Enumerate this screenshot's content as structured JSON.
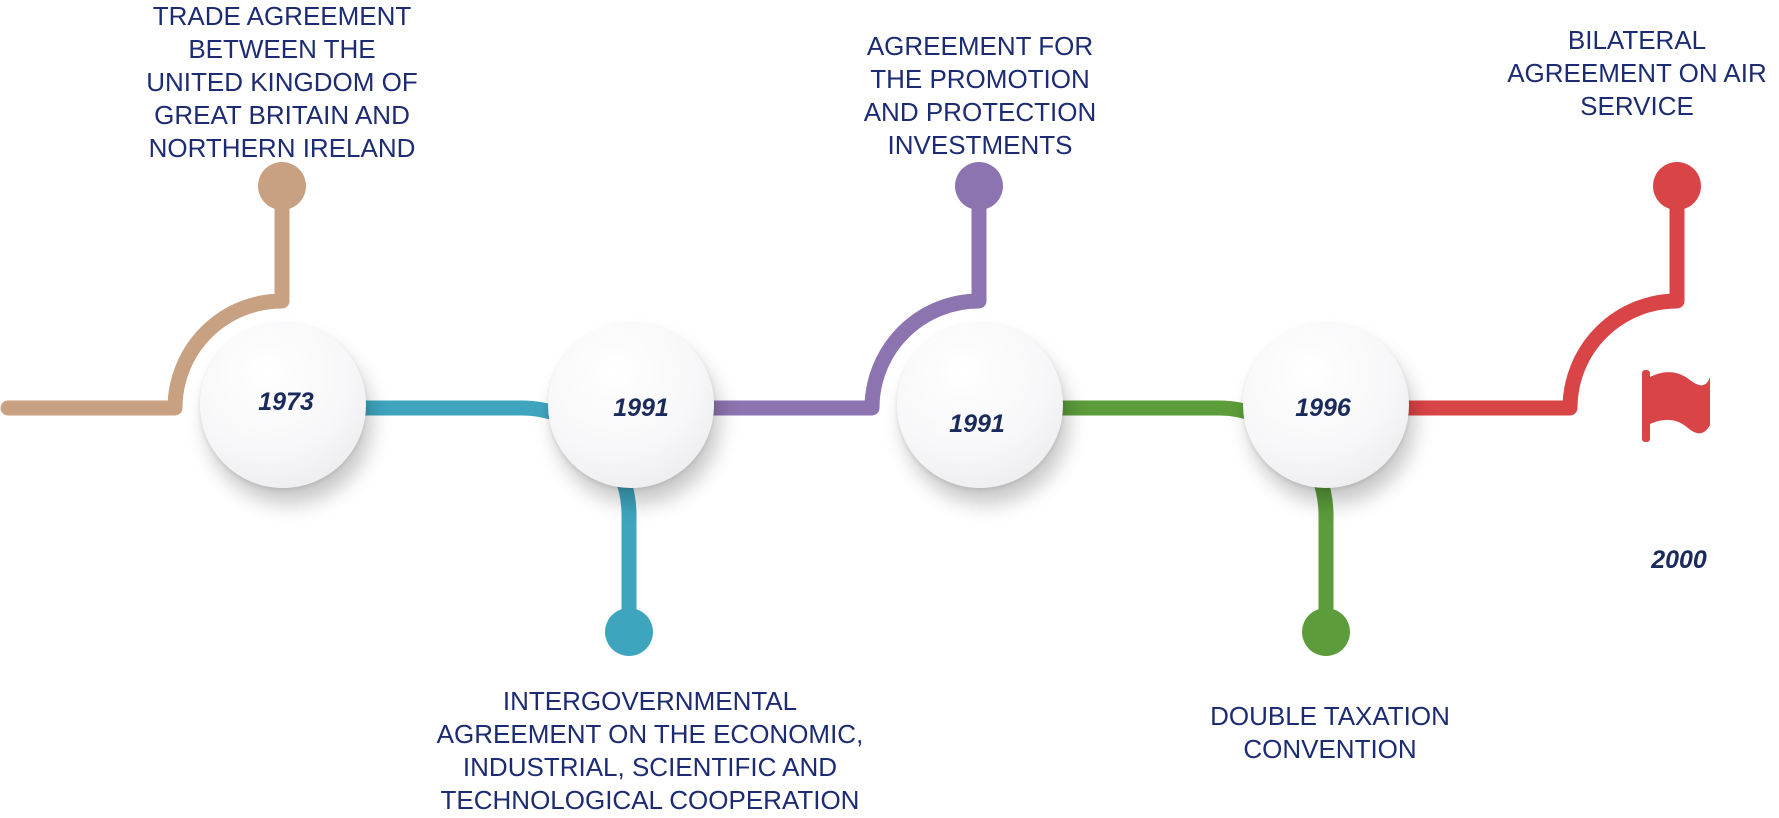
{
  "colors": {
    "tan": "#c8a082",
    "teal": "#3fa5bf",
    "purple": "#8c74b0",
    "green": "#5c9c3a",
    "red": "#d94447",
    "text": "#1d2b72"
  },
  "milestones": [
    {
      "year": "1973",
      "label_lines": [
        "TRADE AGREEMENT",
        "BETWEEN THE",
        "UNITED KINGDOM OF",
        "GREAT BRITAIN AND",
        "NORTHERN IRELAND"
      ]
    },
    {
      "year": "1991",
      "label_lines": [
        "INTERGOVERNMENTAL",
        "AGREEMENT ON THE ECONOMIC,",
        "INDUSTRIAL, SCIENTIFIC AND",
        "TECHNOLOGICAL COOPERATION"
      ]
    },
    {
      "year": "1991",
      "label_lines": [
        "AGREEMENT FOR",
        "THE PROMOTION",
        "AND PROTECTION",
        "INVESTMENTS"
      ]
    },
    {
      "year": "1996",
      "label_lines": [
        "DOUBLE TAXATION",
        "CONVENTION"
      ]
    },
    {
      "year": "2000",
      "label_lines": [
        "BILATERAL",
        "AGREEMENT ON AIR",
        "SERVICE"
      ]
    }
  ],
  "end_icon": "flag-icon"
}
